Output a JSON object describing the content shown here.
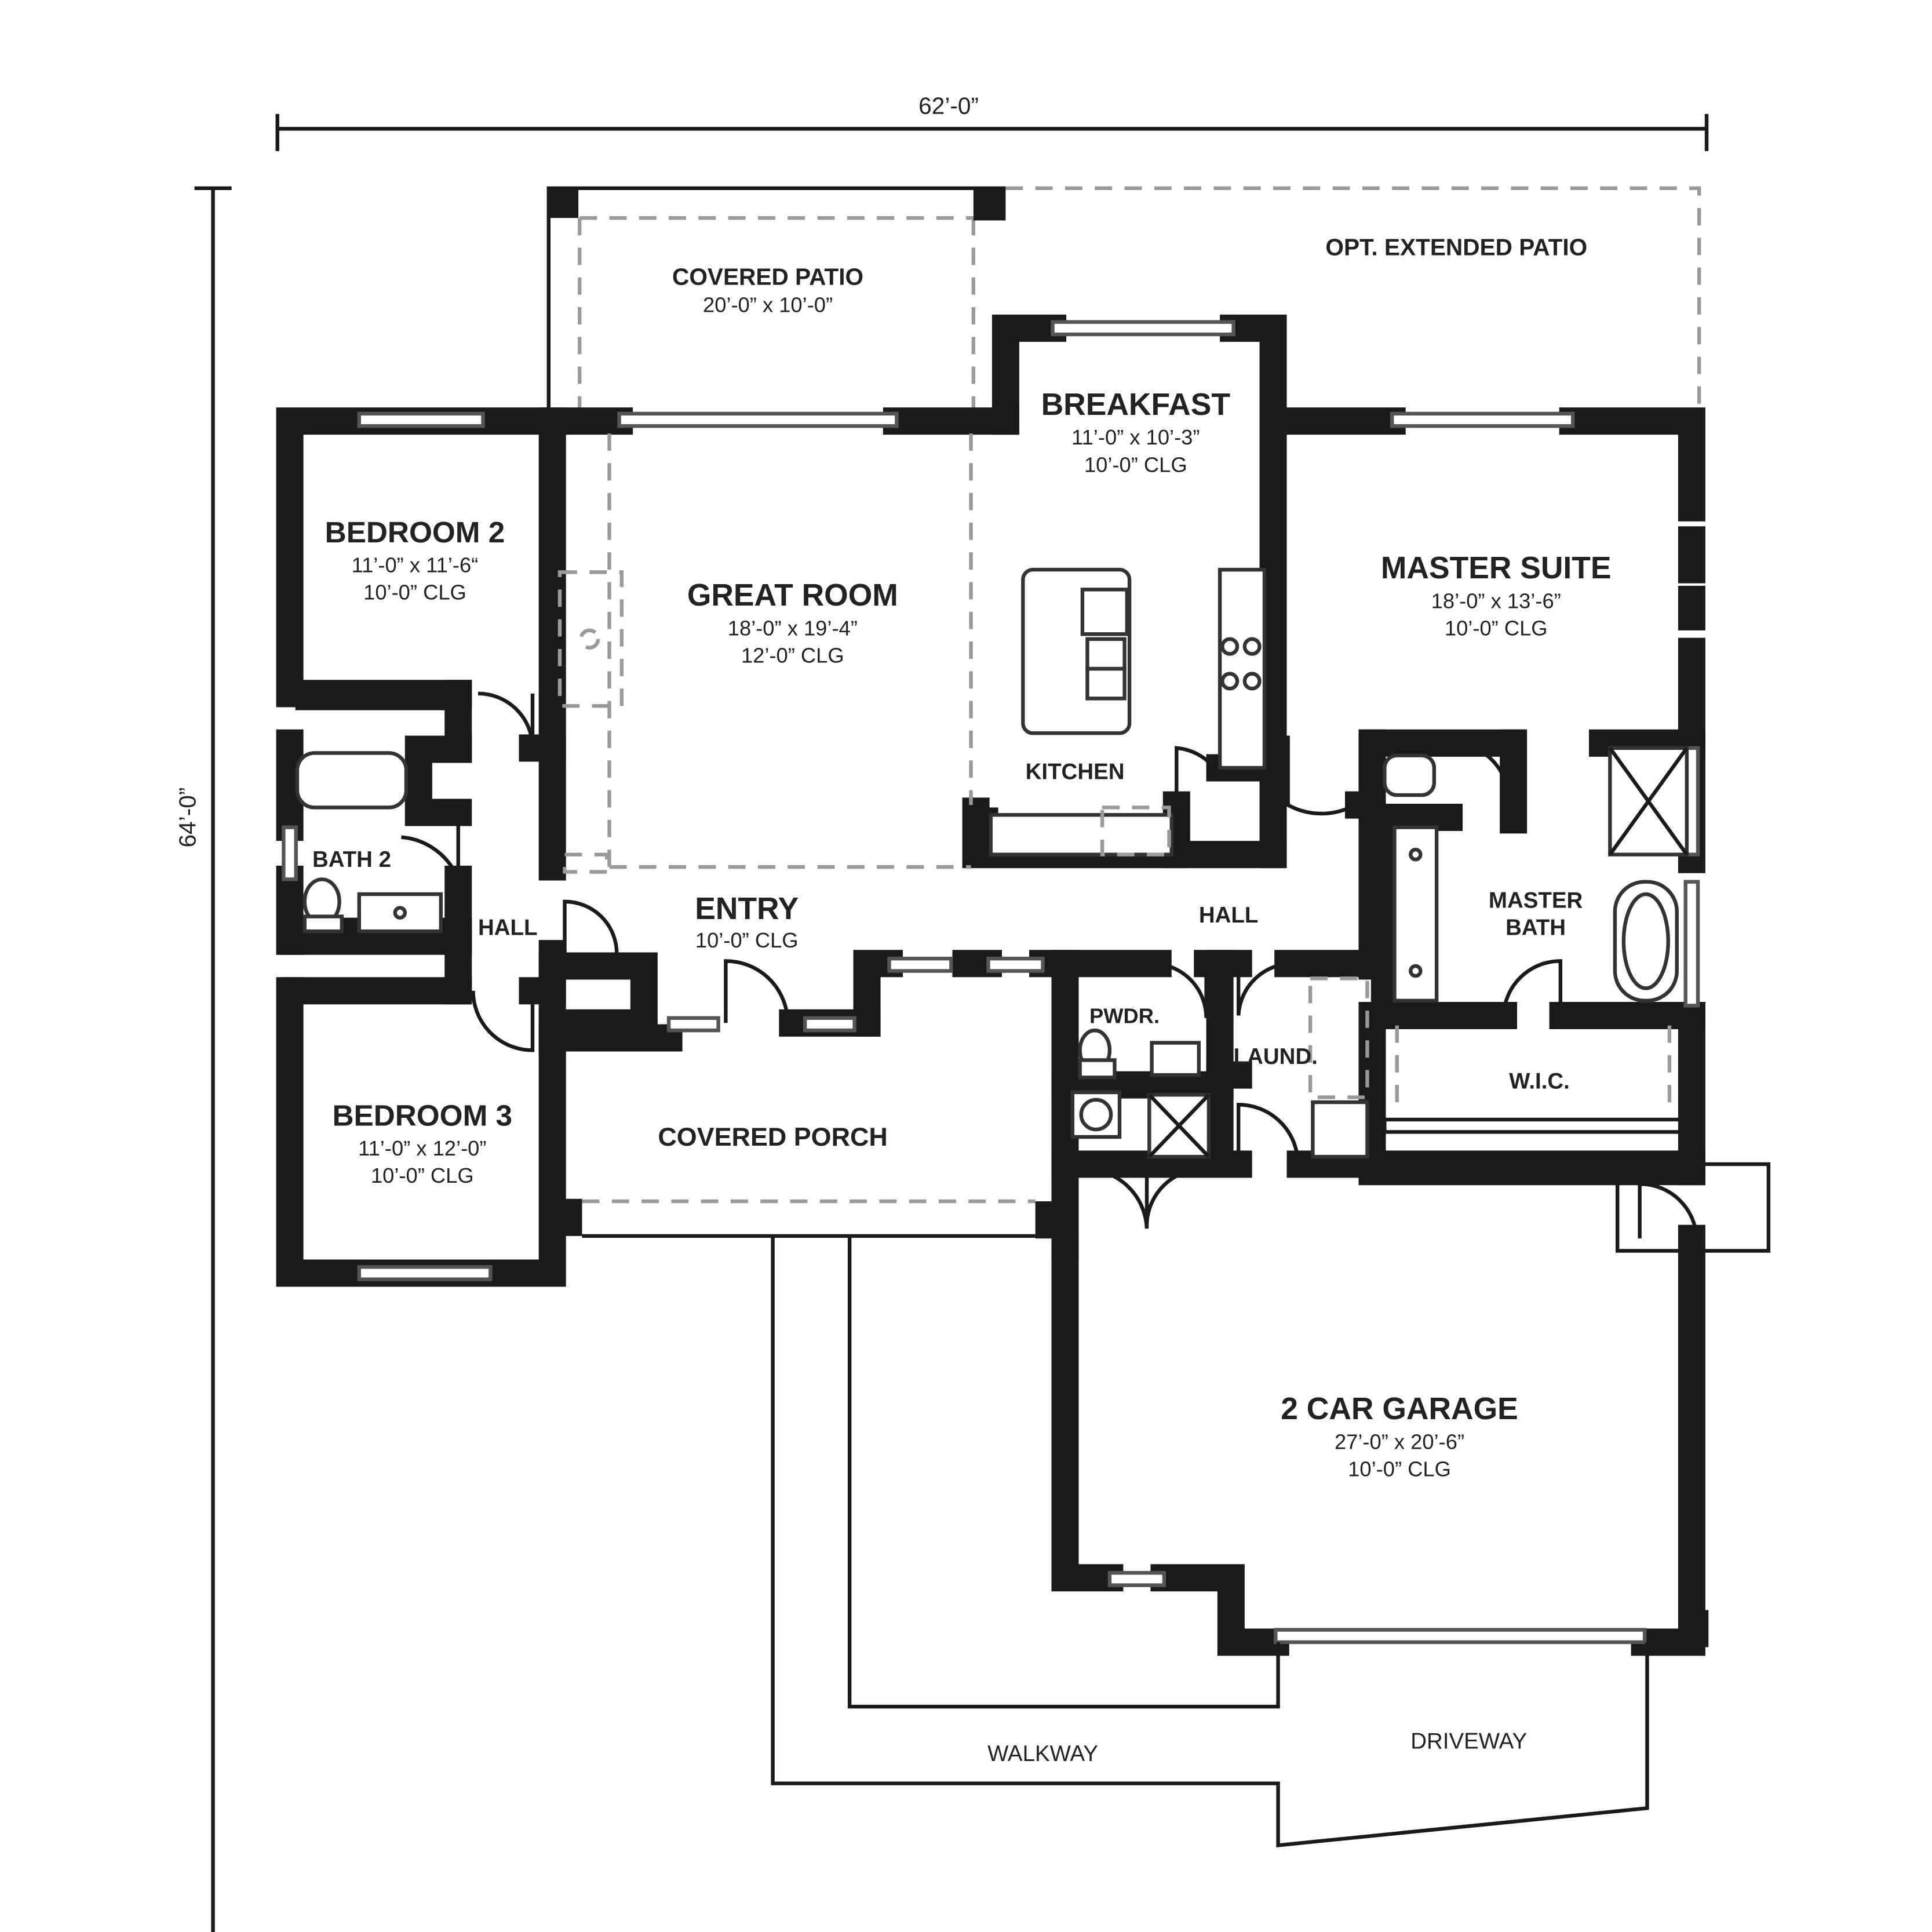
{
  "dimensions": {
    "width": "62’-0”",
    "depth": "64’-0”"
  },
  "rooms": {
    "covered_patio": {
      "name": "COVERED PATIO",
      "size": "20’-0” x 10’-0”"
    },
    "opt_extended_patio": {
      "name": "OPT. EXTENDED PATIO"
    },
    "breakfast": {
      "name": "BREAKFAST",
      "size": "11’-0” x 10’-3”",
      "ceiling": "10’-0” CLG"
    },
    "bedroom2": {
      "name": "BEDROOM 2",
      "size": "11’-0” x 11’-6“",
      "ceiling": "10’-0” CLG"
    },
    "great_room": {
      "name": "GREAT ROOM",
      "size": "18’-0” x 19’-4”",
      "ceiling": "12’-0” CLG"
    },
    "master_suite": {
      "name": "MASTER SUITE",
      "size": "18’-0” x 13’-6”",
      "ceiling": "10’-0” CLG"
    },
    "kitchen": {
      "name": "KITCHEN"
    },
    "bath2": {
      "name": "BATH 2"
    },
    "hall_left": {
      "name": "HALL"
    },
    "entry": {
      "name": "ENTRY",
      "ceiling": "10’-0” CLG"
    },
    "hall_right": {
      "name": "HALL"
    },
    "master_bath": {
      "name_line1": "MASTER",
      "name_line2": "BATH"
    },
    "pwdr": {
      "name": "PWDR."
    },
    "laund": {
      "name": "LAUND."
    },
    "wic": {
      "name": "W.I.C."
    },
    "bedroom3": {
      "name": "BEDROOM 3",
      "size": "11’-0” x 12’-0”",
      "ceiling": "10’-0” CLG"
    },
    "covered_porch": {
      "name": "COVERED PORCH"
    },
    "garage": {
      "name": "2 CAR GARAGE",
      "size": "27’-0” x 20’-6”",
      "ceiling": "10’-0” CLG"
    },
    "walkway": {
      "name": "WALKWAY"
    },
    "driveway": {
      "name": "DRIVEWAY"
    }
  }
}
